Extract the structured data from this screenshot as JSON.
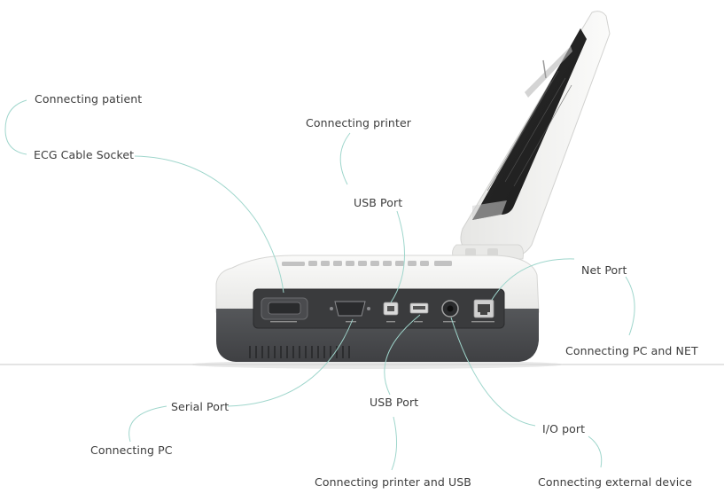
{
  "labels": {
    "connecting_patient": "Connecting patient",
    "ecg_cable_socket": "ECG Cable Socket",
    "connecting_printer": "Connecting printer",
    "usb_port_top": "USB Port",
    "net_port": "Net Port",
    "connecting_pc_net": "Connecting PC and NET",
    "serial_port": "Serial Port",
    "connecting_pc": "Connecting PC",
    "usb_port_bottom": "USB Port",
    "io_port": "I/O port",
    "connecting_printer_usb": "Connecting printer and USB",
    "connecting_external_device": "Connecting external device"
  },
  "colors": {
    "leader_line": "#9fd6cc",
    "device_white": "#f1f1f0",
    "device_dark": "#4a4b4c",
    "port_panel": "#3a3b3d"
  }
}
